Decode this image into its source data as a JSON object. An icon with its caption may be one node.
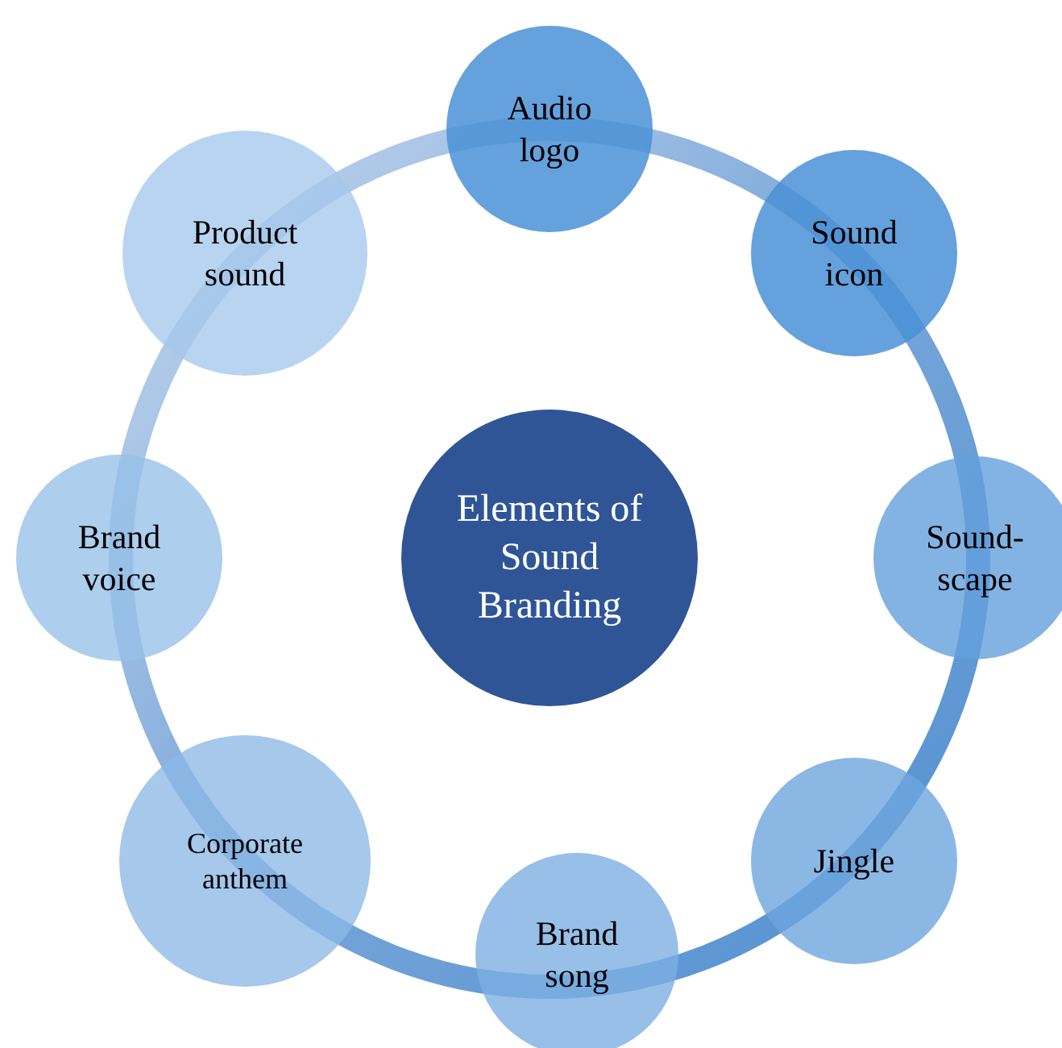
{
  "diagram": {
    "nodes": [
      {
        "text": [
          "Elements of Sound Branding"
        ]
      },
      {
        "text": [
          "Audio logo"
        ]
      },
      {
        "text": [
          "Sound icon"
        ]
      },
      {
        "text": [
          "Sound-scape"
        ]
      },
      {
        "text": [
          "Jingle"
        ]
      },
      {
        "text": [
          "Brand song"
        ]
      },
      {
        "text": [
          "Corporate anthem"
        ]
      },
      {
        "text": [
          "Brand voice"
        ]
      },
      {
        "text": [
          "Product sound"
        ]
      }
    ]
  }
}
